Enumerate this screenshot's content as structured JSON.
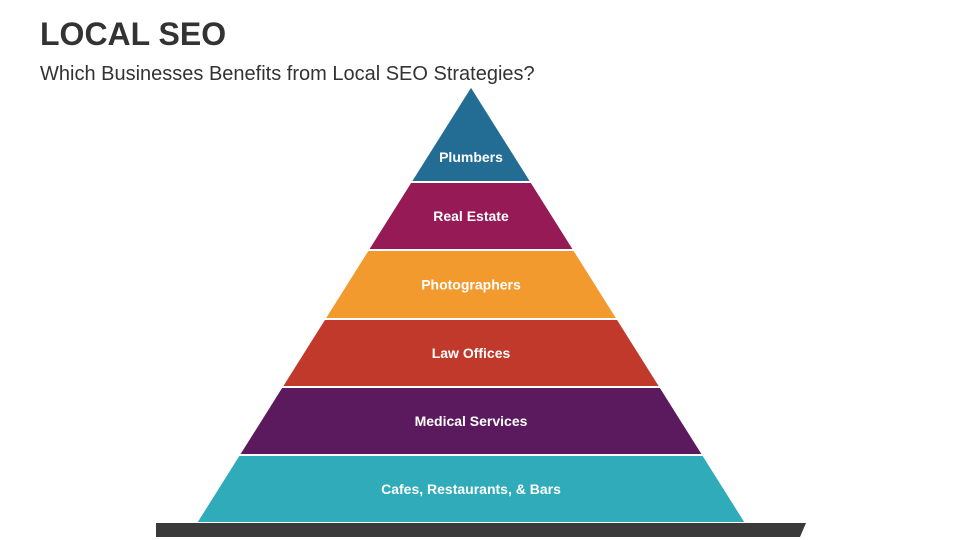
{
  "slide": {
    "title": "LOCAL SEO",
    "subtitle": "Which Businesses Benefits from Local SEO Strategies?"
  },
  "pyramid": {
    "tiers": [
      {
        "label": "Plumbers",
        "color": "#236d94"
      },
      {
        "label": "Real Estate",
        "color": "#951a55"
      },
      {
        "label": "Photographers",
        "color": "#f29a2e"
      },
      {
        "label": "Law Offices",
        "color": "#c0392b"
      },
      {
        "label": "Medical Services",
        "color": "#5b1a5e"
      },
      {
        "label": "Cafes, Restaurants, & Bars",
        "color": "#2fabb9"
      }
    ],
    "base_color": "#3a3a3a",
    "divider_color": "#ffffff"
  }
}
